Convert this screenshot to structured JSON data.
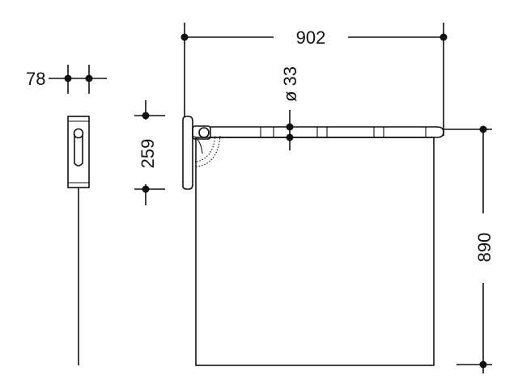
{
  "dimensions": {
    "width_wall_depth": "78",
    "arm_length": "902",
    "tube_diameter": "ø 33",
    "plate_height": "259",
    "total_height": "890"
  },
  "colors": {
    "line": "#111111",
    "background": "#ffffff"
  }
}
